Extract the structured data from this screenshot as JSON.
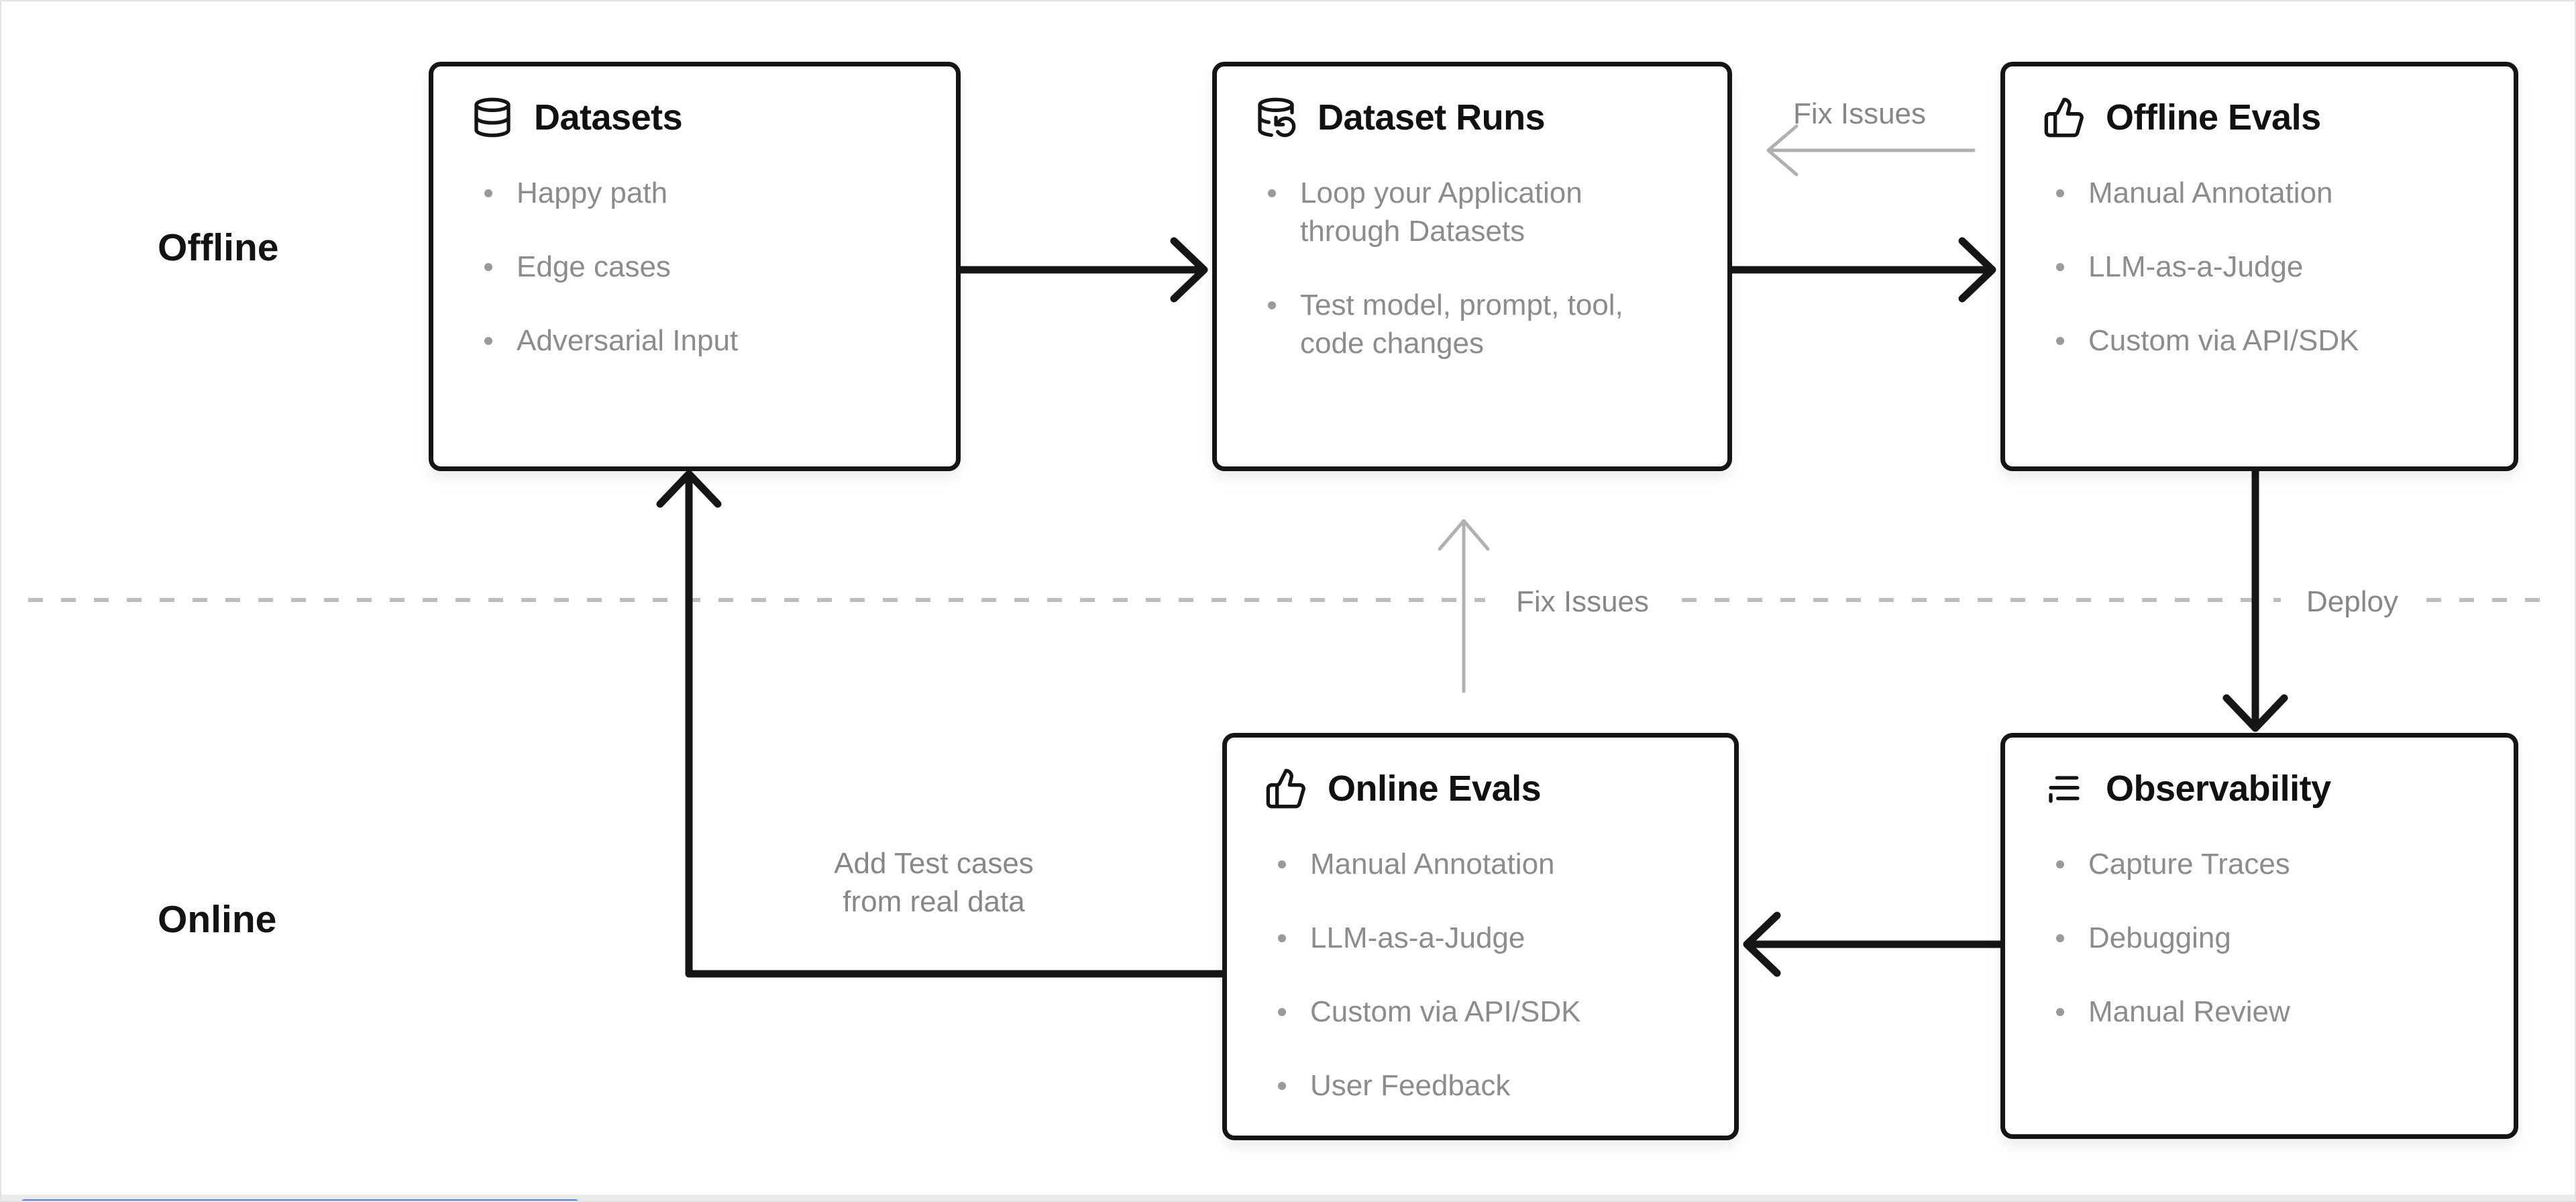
{
  "zones": {
    "offline": "Offline",
    "online": "Online"
  },
  "annotations": {
    "fix_issues_top": "Fix Issues",
    "fix_issues_mid": "Fix Issues",
    "deploy": "Deploy",
    "add_test_cases_line1": "Add Test cases",
    "add_test_cases_line2": "from real data"
  },
  "boxes": [
    {
      "id": "datasets",
      "icon": "database-icon",
      "title": "Datasets",
      "items": [
        "Happy path",
        "Edge cases",
        "Adversarial Input"
      ]
    },
    {
      "id": "dataset-runs",
      "icon": "database-refresh-icon",
      "title": "Dataset Runs",
      "items": [
        "Loop your Application through Datasets",
        "Test model, prompt, tool, code changes"
      ]
    },
    {
      "id": "offline-evals",
      "icon": "thumbs-up-icon",
      "title": "Offline Evals",
      "items": [
        "Manual Annotation",
        "LLM-as-a-Judge",
        "Custom via API/SDK"
      ]
    },
    {
      "id": "online-evals",
      "icon": "thumbs-up-icon",
      "title": "Online Evals",
      "items": [
        "Manual Annotation",
        "LLM-as-a-Judge",
        "Custom via API/SDK",
        "User Feedback"
      ]
    },
    {
      "id": "observability",
      "icon": "logs-icon",
      "title": "Observability",
      "items": [
        "Capture Traces",
        "Debugging",
        "Manual Review"
      ]
    }
  ],
  "colors": {
    "box_border": "#151515",
    "title_text": "#111111",
    "bullet_text": "#8c8c8c",
    "annotation_text": "#878787",
    "arrow_black": "#161616",
    "arrow_gray": "#b0b0b0",
    "dashed_line": "#bdbdbd",
    "background": "#ffffff",
    "page_edge": "#ebebeb",
    "accent_blue": "#4e80ee"
  }
}
